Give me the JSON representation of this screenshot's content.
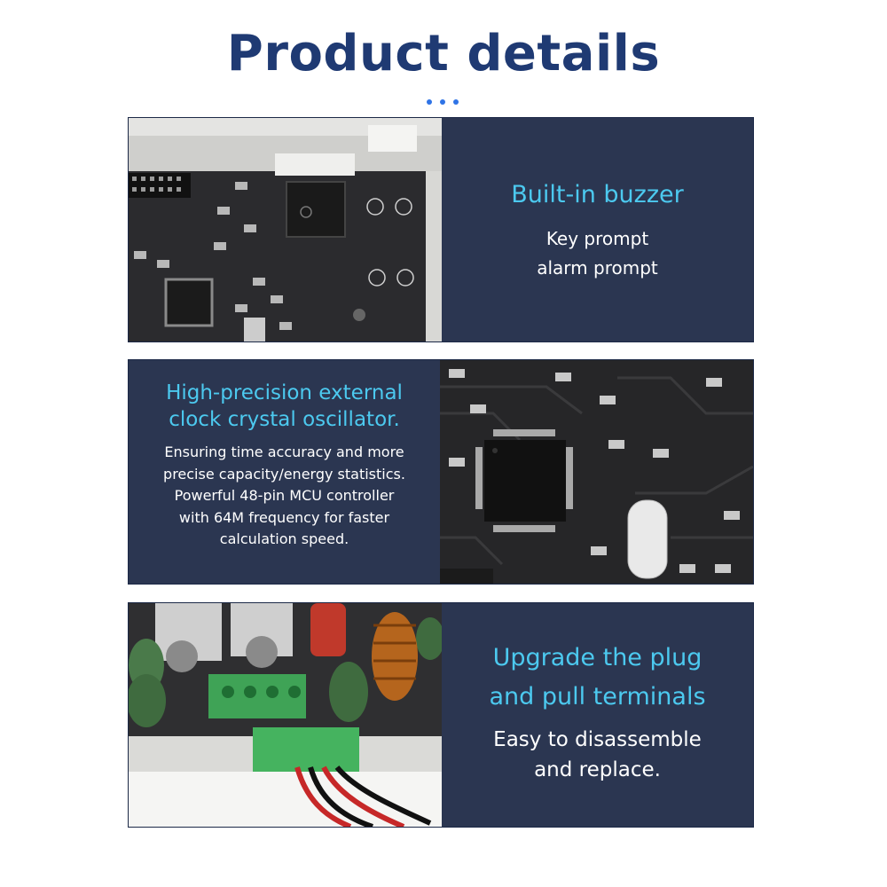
{
  "page": {
    "title": "Product details",
    "accent_color": "#2f73e6",
    "title_color": "#1f3a73",
    "panel_color": "#2b3651",
    "heading_color": "#4cc9ef"
  },
  "sections": [
    {
      "heading_lines": [
        "Built-in buzzer"
      ],
      "body_lines": [
        "Key prompt",
        "alarm prompt"
      ],
      "image": "pcb-buzzer-photo"
    },
    {
      "heading_lines": [
        "High-precision external",
        "clock crystal oscillator."
      ],
      "body_lines": [
        "Ensuring time accuracy and more",
        "precise capacity/energy statistics.",
        "Powerful 48-pin MCU controller",
        "with 64M frequency for faster",
        "calculation speed."
      ],
      "image": "mcu-crystal-photo"
    },
    {
      "heading_lines": [
        "Upgrade the plug",
        "and pull terminals"
      ],
      "body_lines": [
        "Easy to disassemble",
        "and replace."
      ],
      "image": "terminal-connector-photo"
    }
  ]
}
